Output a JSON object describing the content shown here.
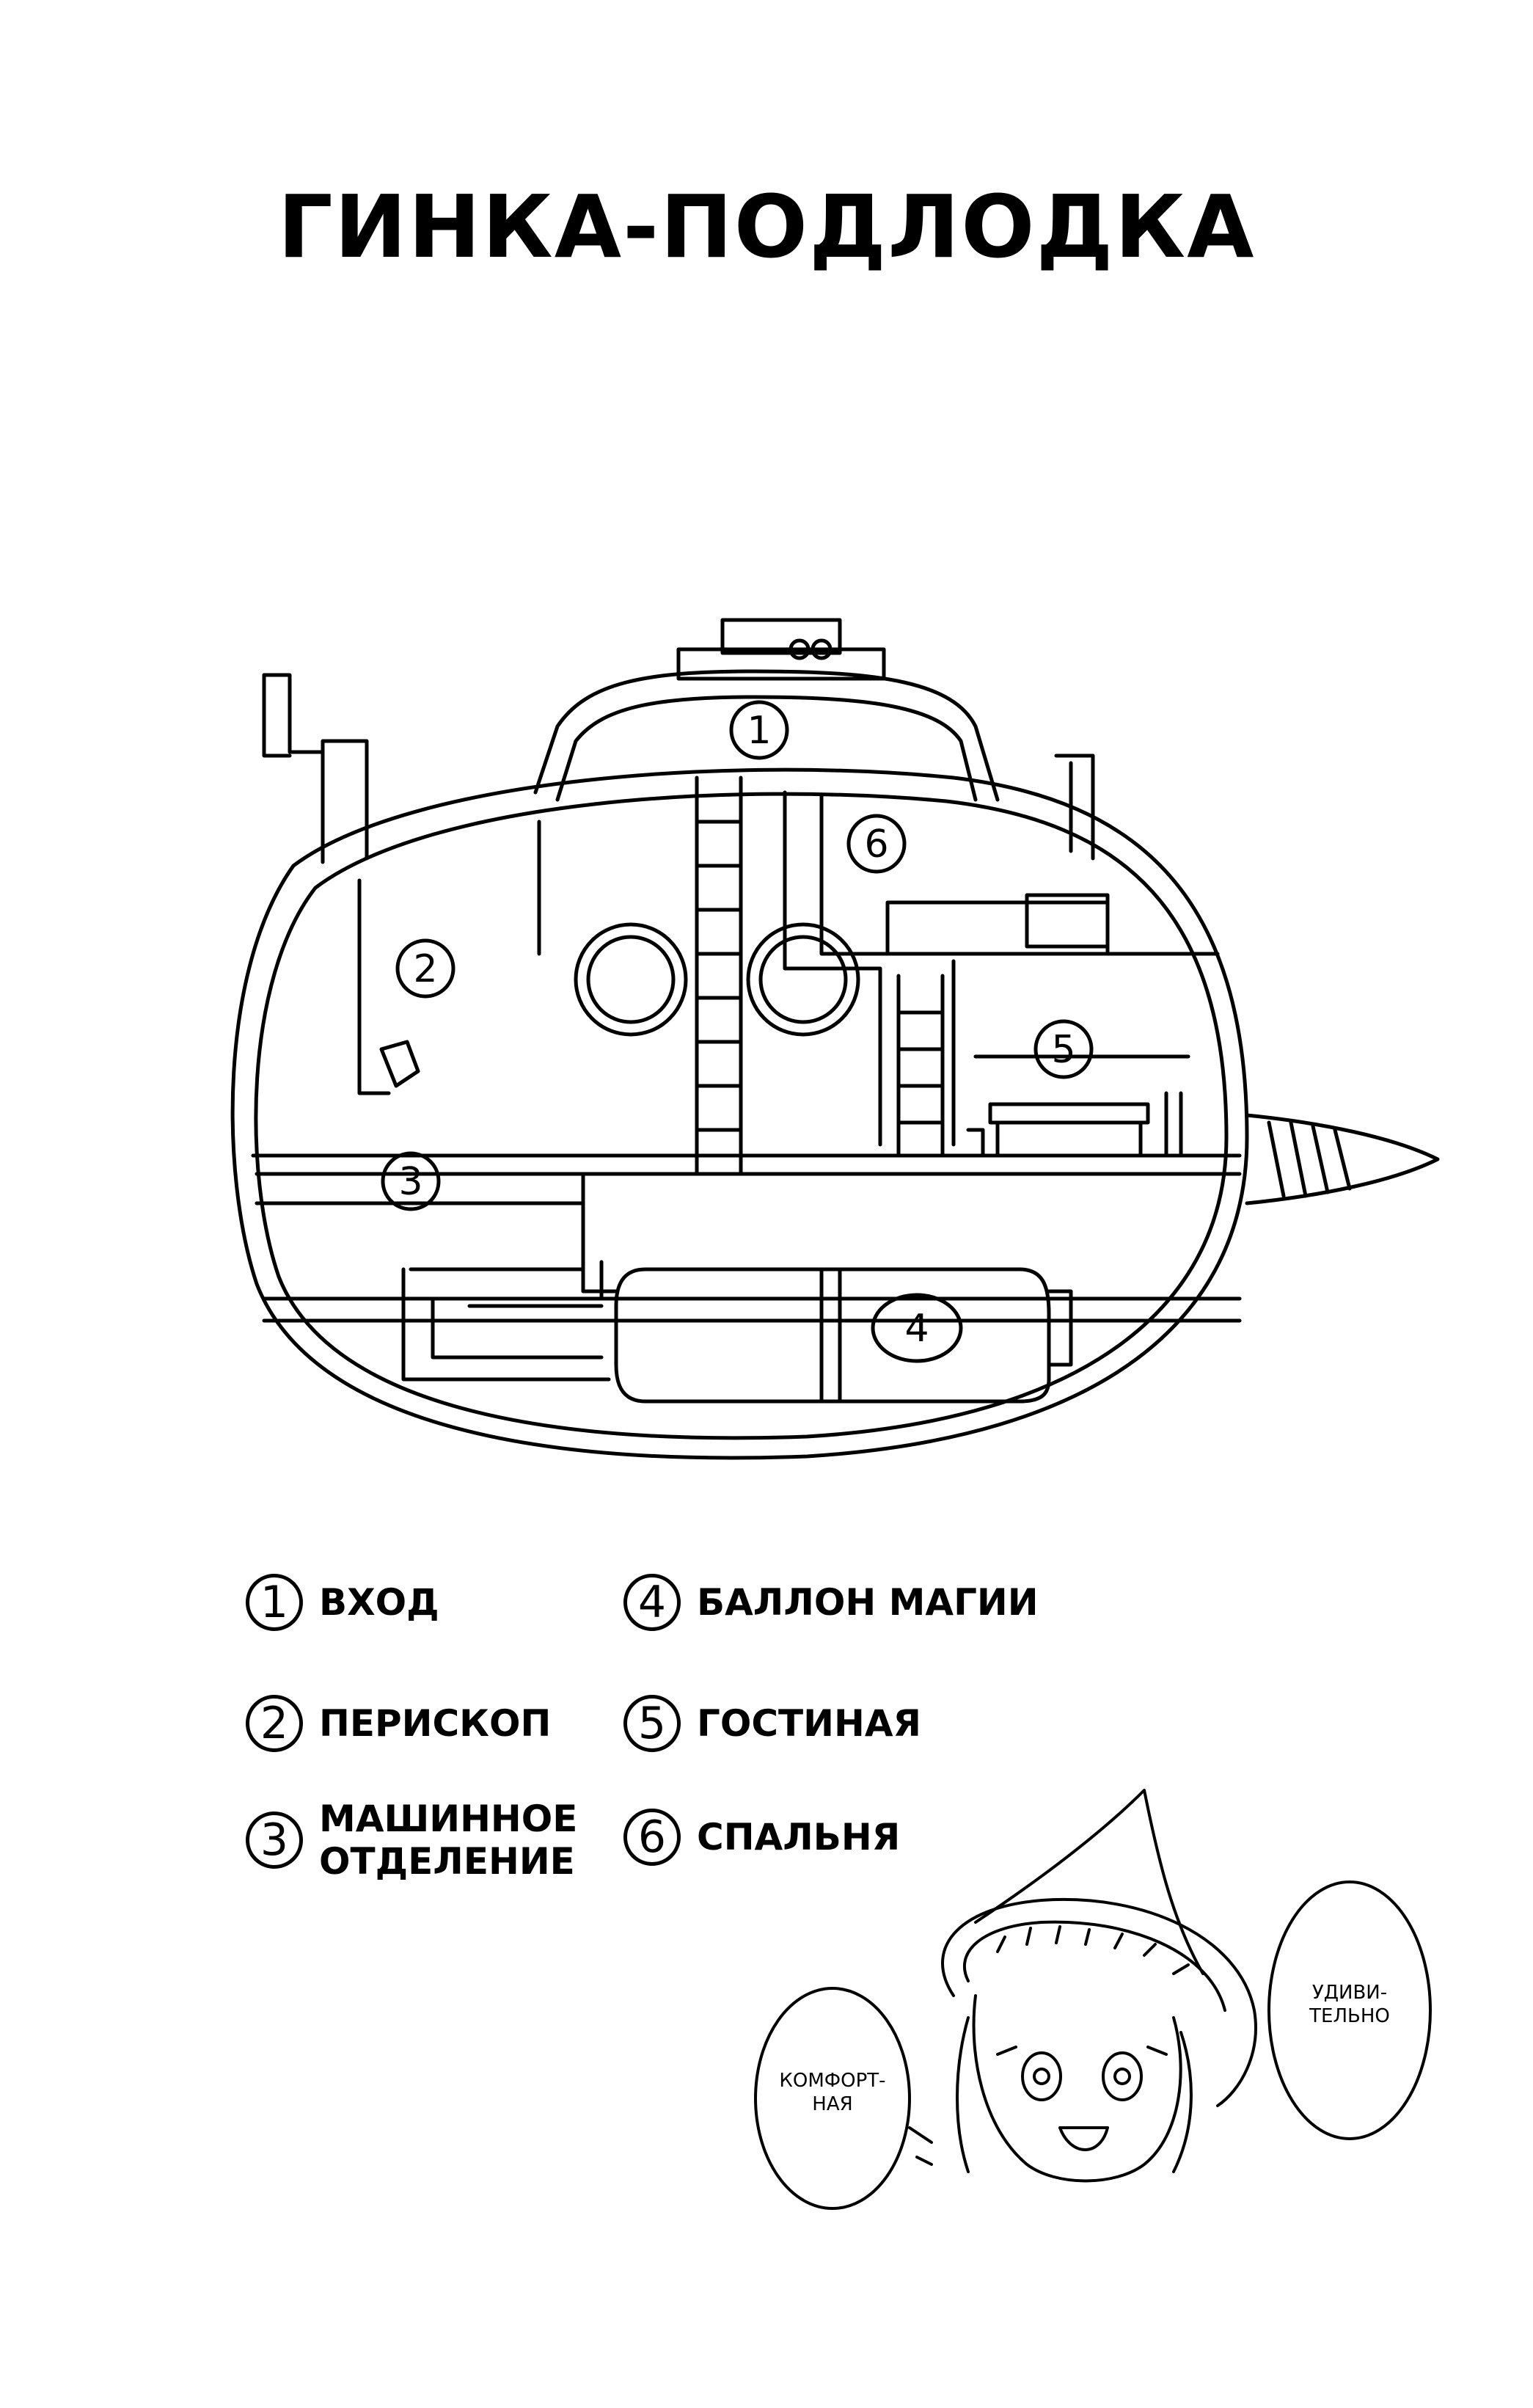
{
  "title": "ГИНКА-ПОДЛОДКА",
  "diagram_markers": [
    "1",
    "2",
    "3",
    "4",
    "5",
    "6"
  ],
  "legend": [
    {
      "num": "1",
      "label_lines": [
        "ВХОД"
      ]
    },
    {
      "num": "2",
      "label_lines": [
        "ПЕРИСКОП"
      ]
    },
    {
      "num": "3",
      "label_lines": [
        "МАШИННОЕ",
        "ОТДЕЛЕНИЕ"
      ]
    },
    {
      "num": "4",
      "label_lines": [
        "БАЛЛОН МАГИИ"
      ]
    },
    {
      "num": "5",
      "label_lines": [
        "ГОСТИНАЯ"
      ]
    },
    {
      "num": "6",
      "label_lines": [
        "СПАЛЬНЯ"
      ]
    }
  ],
  "bubbles": {
    "left": [
      "КОМФОРТ-",
      "НАЯ"
    ],
    "right": [
      "УДИВИ-",
      "ТЕЛЬНО"
    ]
  },
  "colors": {
    "ink": "#000000",
    "paper": "#ffffff"
  }
}
